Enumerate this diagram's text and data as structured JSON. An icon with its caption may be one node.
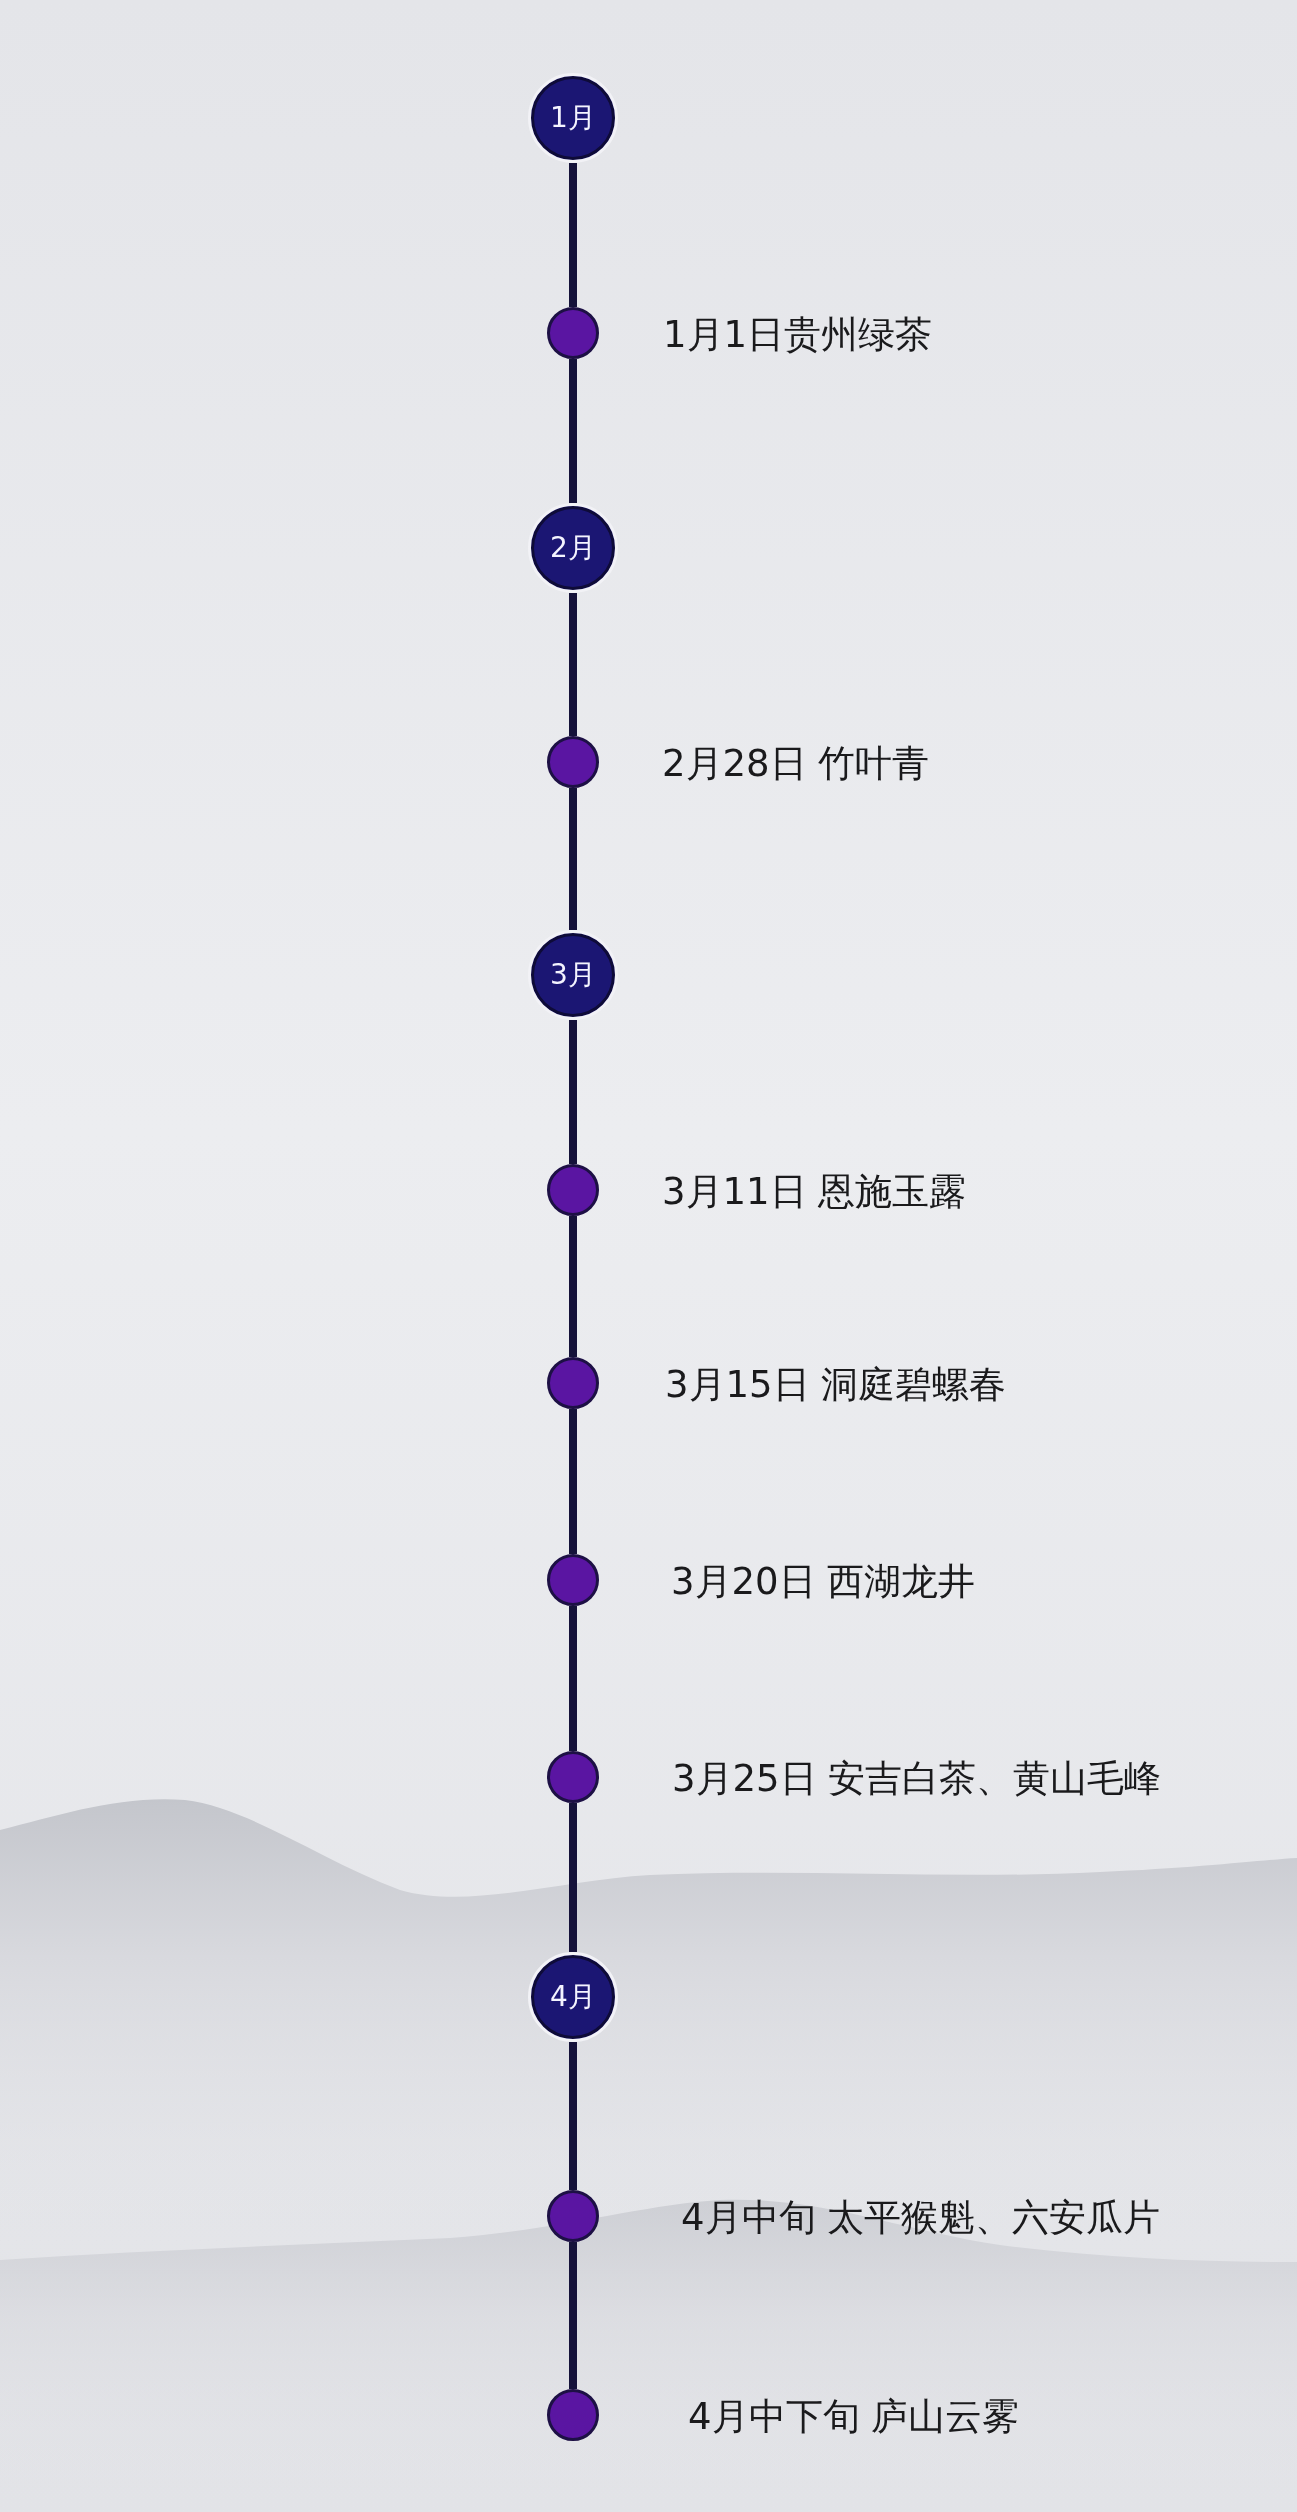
{
  "diagram": {
    "nodes": [
      {
        "text": [
          "1月"
        ]
      },
      {
        "text": [],
        "shape": "circle",
        "beside": [
          "1月1日贵州绿茶"
        ]
      },
      {
        "text": [
          "2月"
        ]
      },
      {
        "text": [],
        "shape": "circle",
        "beside": [
          "2月28日 竹叶青"
        ]
      },
      {
        "text": [
          "3月"
        ]
      },
      {
        "text": [],
        "shape": "circle",
        "beside": [
          "3月11日 恩施玉露"
        ]
      },
      {
        "text": [],
        "shape": "circle",
        "beside": [
          "3月15日 洞庭碧螺春"
        ]
      },
      {
        "text": [],
        "shape": "circle",
        "beside": [
          "3月20日 西湖龙井"
        ]
      },
      {
        "text": [],
        "shape": "circle",
        "beside": [
          "3月25日 安吉白茶、黄山毛峰"
        ]
      },
      {
        "text": [
          "4月"
        ]
      },
      {
        "text": [],
        "shape": "circle",
        "beside": [
          "4月中旬 太平猴魁、六安瓜片"
        ]
      },
      {
        "text": [],
        "shape": "circle",
        "beside": [
          "4月中下旬 庐山云雾"
        ]
      }
    ],
    "edges": [
      {
        "from": 0,
        "to": 1,
        "arrow": "none"
      },
      {
        "from": 1,
        "to": 2,
        "arrow": "none"
      },
      {
        "from": 2,
        "to": 3,
        "arrow": "none"
      },
      {
        "from": 3,
        "to": 4,
        "arrow": "none"
      },
      {
        "from": 4,
        "to": 5,
        "arrow": "none"
      },
      {
        "from": 5,
        "to": 6,
        "arrow": "none"
      },
      {
        "from": 6,
        "to": 7,
        "arrow": "none"
      },
      {
        "from": 7,
        "to": 8,
        "arrow": "none"
      },
      {
        "from": 8,
        "to": 9,
        "arrow": "none"
      },
      {
        "from": 9,
        "to": 10,
        "arrow": "none"
      },
      {
        "from": 10,
        "to": 11,
        "arrow": "none"
      }
    ]
  }
}
